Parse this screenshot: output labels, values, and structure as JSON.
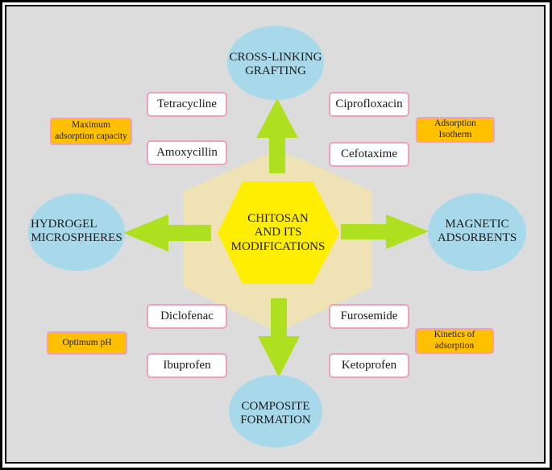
{
  "center": {
    "line1": "CHITOSAN",
    "line2": "AND ITS",
    "line3": "MODIFICATIONS"
  },
  "modifications": {
    "top": {
      "line1": "CROSS-LINKING",
      "line2": "GRAFTING"
    },
    "left": {
      "line1": "HYDROGEL",
      "line2": "MICROSPHERES"
    },
    "right": {
      "line1": "MAGNETIC",
      "line2": "ADSORBENTS"
    },
    "bottom": {
      "line1": "COMPOSITE",
      "line2": "FORMATION"
    }
  },
  "drugs": {
    "tetracycline": "Tetracycline",
    "amoxycillin": "Amoxycillin",
    "ciprofloxacin": "Ciprofloxacin",
    "cefotaxime": "Cefotaxime",
    "diclofenac": "Diclofenac",
    "ibuprofen": "Ibuprofen",
    "furosemide": "Furosemide",
    "ketoprofen": "Ketoprofen"
  },
  "parameters": {
    "max_capacity": {
      "line1": "Maximum",
      "line2": "adsorption capacity"
    },
    "isotherm": {
      "line1": "Adsorption",
      "line2": "Isotherm"
    },
    "optimum_ph": "Optimum pH",
    "kinetics": {
      "line1": "Kinetics of",
      "line2": "adsorption"
    }
  },
  "colors": {
    "background": "#dcdcdc",
    "outer_hexagon": "#efe2b4",
    "inner_hexagon": "#ffee00",
    "circle": "#a7d9ea",
    "arrow": "#aee020",
    "drug_border": "#f0a0b8",
    "parameter_fill": "#ffc000"
  }
}
